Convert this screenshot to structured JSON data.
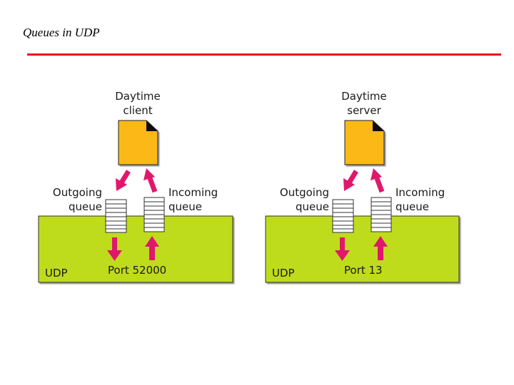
{
  "title": "Queues in UDP",
  "colors": {
    "title_rule": "#e8141c",
    "udp_box": "#bfdc1a",
    "document": "#fbb813",
    "arrow": "#e0186c",
    "queue_slot": "#ffffff"
  },
  "icons": {
    "document": "document-icon",
    "arrow": "arrow-icon",
    "queue": "queue-icon"
  },
  "client": {
    "app_line1": "Daytime",
    "app_line2": "client",
    "outgoing_line1": "Outgoing",
    "outgoing_line2": "queue",
    "incoming_line1": "Incoming",
    "incoming_line2": "queue",
    "udp_label": "UDP",
    "port_label": "Port 52000"
  },
  "server": {
    "app_line1": "Daytime",
    "app_line2": "server",
    "outgoing_line1": "Outgoing",
    "outgoing_line2": "queue",
    "incoming_line1": "Incoming",
    "incoming_line2": "queue",
    "udp_label": "UDP",
    "port_label": "Port 13"
  }
}
